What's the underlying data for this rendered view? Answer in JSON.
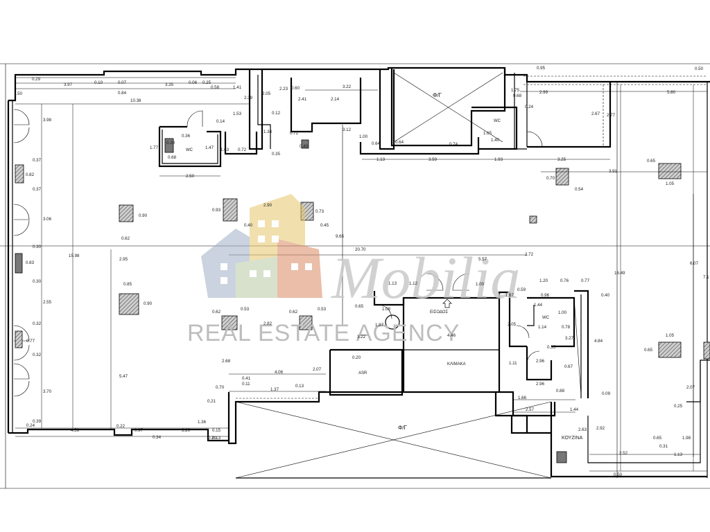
{
  "watermark": {
    "brand_script": "Mobilia",
    "tagline": "REAL ESTATE AGENCY"
  },
  "room_labels": {
    "wc_left": "WC",
    "wc_top_right": "WC",
    "wc_mid": "WC",
    "fg_top": "Φ/Γ",
    "fg_bottom": "Φ/Γ",
    "entrance": "ΕΙΣΟΔΟΣ",
    "stair": "ΚΛΙΜΑΚΑ",
    "kitchen": "ΚΟΥΖΙΝΑ",
    "elevator": "ASR"
  },
  "dimensions_top": [
    "0.29",
    "3.97",
    "0.10",
    "0.07",
    "0.84",
    "3.35",
    "0.06",
    "0.25",
    "0.58",
    "1.41",
    "2.23",
    "0.60",
    "3.22",
    "0.95",
    "0.50",
    "1.50",
    "10.38",
    "0.68",
    "1.75",
    "2.99",
    "5.80"
  ],
  "dimensions_misc": [
    "3.98",
    "0.37",
    "0.82",
    "0.37",
    "3.06",
    "0.30",
    "0.83",
    "0.30",
    "2.55",
    "0.32",
    "0.77",
    "0.32",
    "3.70",
    "0.39",
    "0.24",
    "4.56",
    "0.22",
    "0.97",
    "0.34",
    "3.20",
    "0.15",
    "15.98",
    "2.95",
    "0.85",
    "0.90",
    "5.47",
    "0.62",
    "0.90",
    "2.50",
    "1.77",
    "0.20",
    "0.36",
    "1.47",
    "1.63",
    "0.68",
    "0.14",
    "0.72",
    "0.35",
    "2.05",
    "2.39",
    "1.53",
    "0.12",
    "1.34",
    "0.72",
    "0.40",
    "2.41",
    "2.14",
    "3.12",
    "1.00",
    "0.64",
    "1.13",
    "3.59",
    "1.93",
    "3.25",
    "0.74",
    "0.64",
    "0.24",
    "1.65",
    "1.40",
    "2.67",
    "2.77",
    "0.93",
    "2.90",
    "0.73",
    "0.40",
    "0.45",
    "9.65",
    "20.70",
    "0.62",
    "0.53",
    "2.82",
    "0.62",
    "0.53",
    "2.68",
    "4.06",
    "2.07",
    "0.41",
    "0.11",
    "1.37",
    "0.13",
    "0.70",
    "0.21",
    "1.36",
    "0.13",
    "0.20",
    "3.22",
    "0.20",
    "0.65",
    "1.08",
    "1.97",
    "1.13",
    "1.12",
    "1.00",
    "4.46",
    "5.57",
    "2.72",
    "1.20",
    "0.76",
    "0.77",
    "0.59",
    "1.67",
    "0.96",
    "1.44",
    "0.40",
    "1.00",
    "2.05",
    "1.14",
    "0.78",
    "3.27",
    "4.84",
    "0.35",
    "1.11",
    "2.96",
    "0.67",
    "2.96",
    "0.88",
    "0.09",
    "1.66",
    "2.57",
    "1.44",
    "2.63",
    "2.92",
    "16.49",
    "6.07",
    "3.91",
    "0.65",
    "1.05",
    "0.70",
    "0.54",
    "0.65",
    "1.05",
    "2.07",
    "0.25",
    "0.65",
    "1.98",
    "0.31",
    "1.13",
    "2.52",
    "0.50",
    "7.1"
  ],
  "colors": {
    "line": "#000000",
    "column_fill": "#777777",
    "watermark_gray": "#bdbdbd",
    "watermark_blue": "#8fa5c2",
    "watermark_orange": "#d98a62",
    "watermark_yellow": "#e7c86c"
  }
}
